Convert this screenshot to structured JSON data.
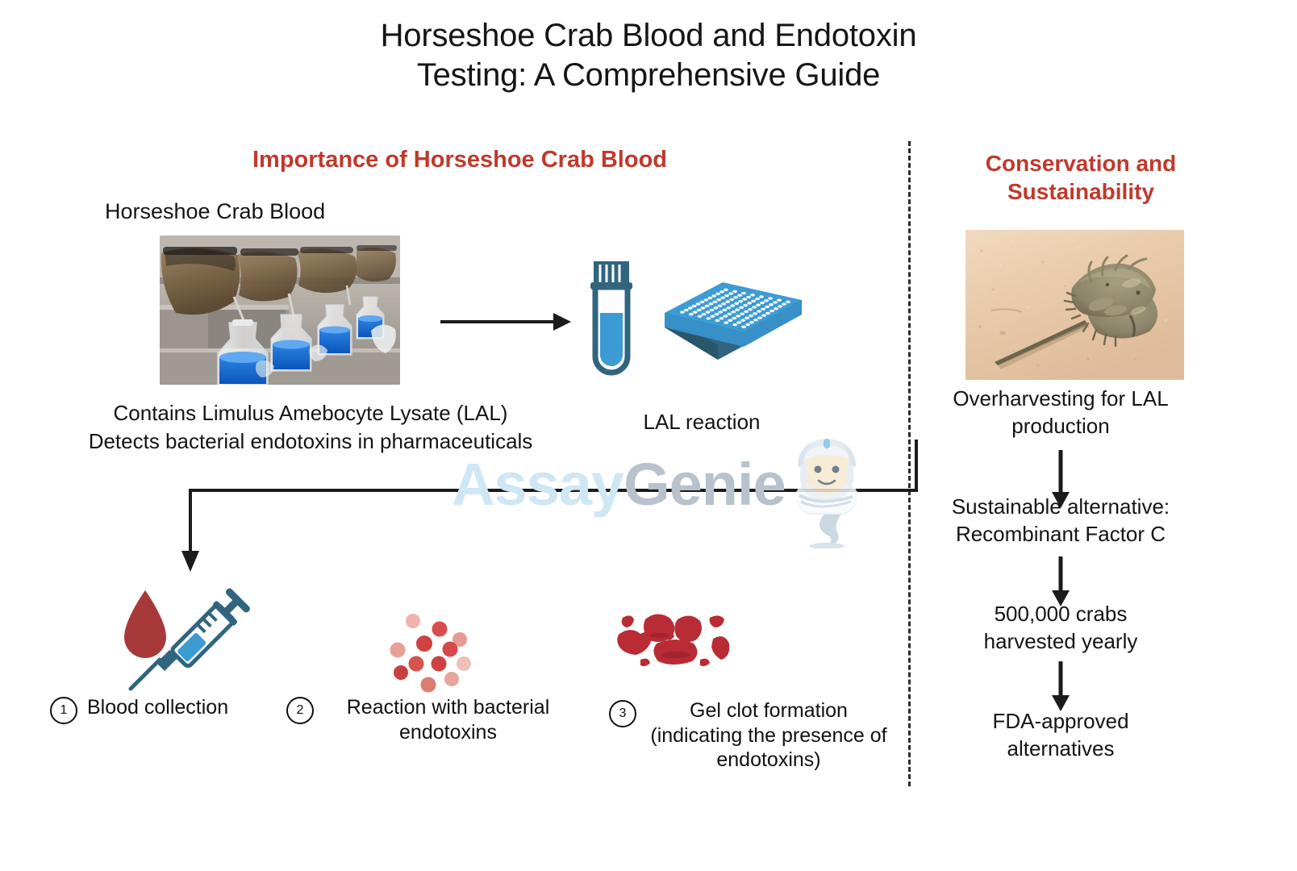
{
  "title": {
    "line1": "Horseshoe Crab Blood and Endotoxin",
    "line2": "Testing: A Comprehensive Guide"
  },
  "colors": {
    "heading_red": "#c0392b",
    "icon_teal": "#31657f",
    "icon_blue": "#3d9bd4",
    "blood_red": "#a8393b",
    "clot_red": "#b92b35",
    "watermark_blue": "#cfe7f5",
    "watermark_gray": "#b7c2cc",
    "text_black": "#141414",
    "divider": "#2b2b2b"
  },
  "sections": {
    "left": {
      "heading": "Importance of Horseshoe Crab Blood",
      "photo_label": "Horseshoe Crab Blood",
      "photo_alt": "Horseshoe crabs bled into glass bottles collecting blue blood",
      "facts": "Contains Limulus Amebocyte Lysate (LAL)\nDetects bacterial endotoxins in pharmaceuticals",
      "reaction_label": "LAL reaction",
      "steps": [
        {
          "number": "1",
          "label": "Blood collection",
          "icon": "blood-drop-syringe-icon"
        },
        {
          "number": "2",
          "label": "Reaction with bacterial\nendotoxins",
          "icon": "bacteria-dots-icon"
        },
        {
          "number": "3",
          "label": "Gel clot formation\n(indicating the presence of\nendotoxins)",
          "icon": "gel-clot-icon"
        }
      ],
      "icons": {
        "test_tube": "test-tube-icon",
        "microplate": "microplate-96-well-icon",
        "flow_arrow": "right-arrow-icon"
      }
    },
    "right": {
      "heading": "Conservation and\nSustainability",
      "photo_alt": "Horseshoe crab resting on sand",
      "flow": [
        "Overharvesting for LAL\nproduction",
        "Sustainable alternative:\nRecombinant Factor C",
        "500,000 crabs\nharvested yearly",
        "FDA-approved\nalternatives"
      ]
    }
  },
  "watermark": {
    "part1": "Assay",
    "part2": "Genie",
    "mascot": "genie-mascot-icon"
  }
}
